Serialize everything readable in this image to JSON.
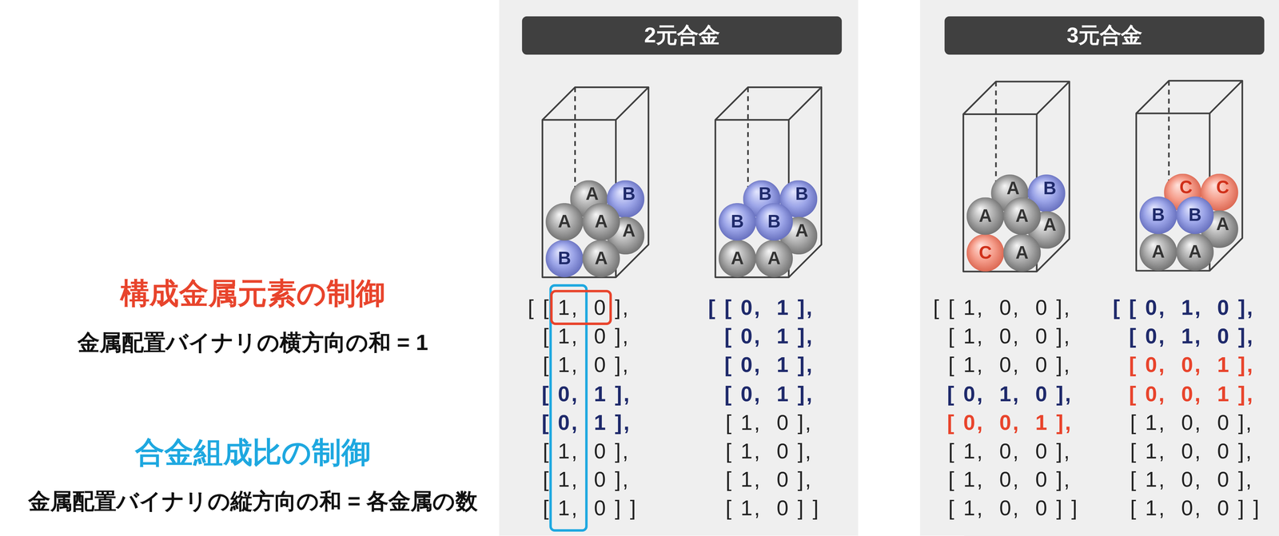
{
  "diagram": {
    "nodes": [
      {
        "text": [
          "2元合金"
        ]
      },
      {
        "text": [
          "A"
        ]
      },
      {
        "text": [
          "B"
        ]
      },
      {
        "text": [
          "A"
        ]
      },
      {
        "text": [
          "B"
        ]
      },
      {
        "text": [
          "A"
        ]
      },
      {
        "text": [
          "A"
        ]
      },
      {
        "text": [
          "A"
        ]
      },
      {
        "text": [
          "B"
        ]
      },
      {
        "text": [
          "B"
        ]
      },
      {
        "text": [
          "A"
        ]
      },
      {
        "text": [
          "A"
        ]
      },
      {
        "text": [
          "A"
        ]
      },
      {
        "text": [
          "B"
        ]
      },
      {
        "text": [
          "B"
        ]
      },
      {
        "text": [
          "3元合金"
        ]
      },
      {
        "text": [
          "A"
        ]
      },
      {
        "text": [
          "B"
        ]
      },
      {
        "text": [
          "A"
        ]
      },
      {
        "text": [
          "C"
        ]
      },
      {
        "text": [
          "A"
        ]
      },
      {
        "text": [
          "A"
        ]
      },
      {
        "text": [
          "A"
        ]
      },
      {
        "text": [
          "C"
        ]
      },
      {
        "text": [
          "C"
        ]
      },
      {
        "text": [
          "A"
        ]
      },
      {
        "text": [
          "A"
        ]
      },
      {
        "text": [
          "A"
        ]
      },
      {
        "text": [
          "B"
        ]
      },
      {
        "text": [
          "B"
        ]
      }
    ],
    "labels": [
      "構成金属元素の制御",
      "金属配置バイナリの横方向の和 = 1",
      "合金組成比の制御",
      "金属配置バイナリの縦方向の和 = 各金属の数",
      "[ [ 1,  0 ],",
      "[ 1,  0 ],",
      "[ 1,  0 ],",
      "[ 0,  1 ],",
      "[ 0,  1 ],",
      "[ 1,  0 ],",
      "[ 1,  0 ],",
      "[ 1,  0 ] ]",
      "[ [ 0,  1 ],",
      "[ 0,  1 ],",
      "[ 0,  1 ],",
      "[ 0,  1 ],",
      "[ 1,  0 ],",
      "[ 1,  0 ],",
      "[ 1,  0 ],",
      "[ 1,  0 ] ]",
      "[ [ 1,  0,  0 ],",
      "[ 1,  0,  0 ],",
      "[ 1,  0,  0 ],",
      "[ 0,  1,  0 ],",
      "[ 0,  0,  1 ],",
      "[ 1,  0,  0 ],",
      "[ 1,  0,  0 ],",
      "[ 1,  0,  0 ] ]",
      "[ [ 0,  1,  0 ],",
      "[ 0,  1,  0 ],",
      "[ 0,  0,  1 ],",
      "[ 0,  0,  1 ],",
      "[ 1,  0,  0 ],",
      "[ 1,  0,  0 ],",
      "[ 1,  0,  0 ],",
      "[ 1,  0,  0 ] ]"
    ]
  }
}
